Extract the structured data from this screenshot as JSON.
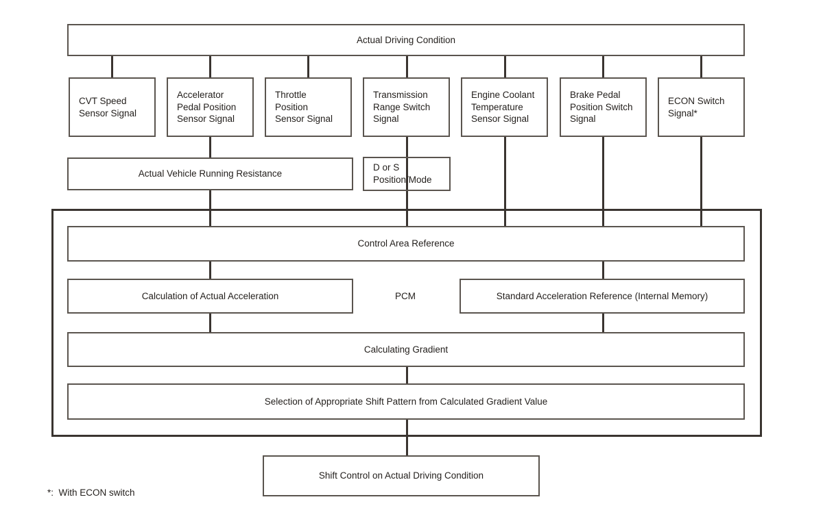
{
  "diagram": {
    "top_box": "Actual Driving Condition",
    "sensor_boxes": [
      {
        "label": "CVT Speed\nSensor Signal"
      },
      {
        "label": "Accelerator\nPedal Position\nSensor Signal"
      },
      {
        "label": "Throttle\nPosition\nSensor Signal"
      },
      {
        "label": "Transmission\nRange Switch\nSignal"
      },
      {
        "label": "Engine Coolant\nTemperature\nSensor Signal"
      },
      {
        "label": "Brake Pedal\nPosition Switch\nSignal"
      },
      {
        "label": "ECON Switch\nSignal*"
      }
    ],
    "running_resistance_box": "Actual Vehicle Running Resistance",
    "position_mode_box": "D or S\nPosition/Mode",
    "pcm_label": "PCM",
    "control_area_box": "Control Area Reference",
    "calc_acceleration_box": "Calculation of Actual Acceleration",
    "standard_acceleration_box": "Standard Acceleration Reference (Internal Memory)",
    "calculating_gradient_box": "Calculating Gradient",
    "selection_box": "Selection of Appropriate Shift Pattern from Calculated Gradient Value",
    "shift_control_box": "Shift Control on Actual Driving Condition",
    "footnote": "*:  With ECON switch"
  },
  "colors": {
    "line": "#3a3430",
    "box_border": "#5a544e",
    "background": "#ffffff",
    "text": "#221e1b"
  }
}
